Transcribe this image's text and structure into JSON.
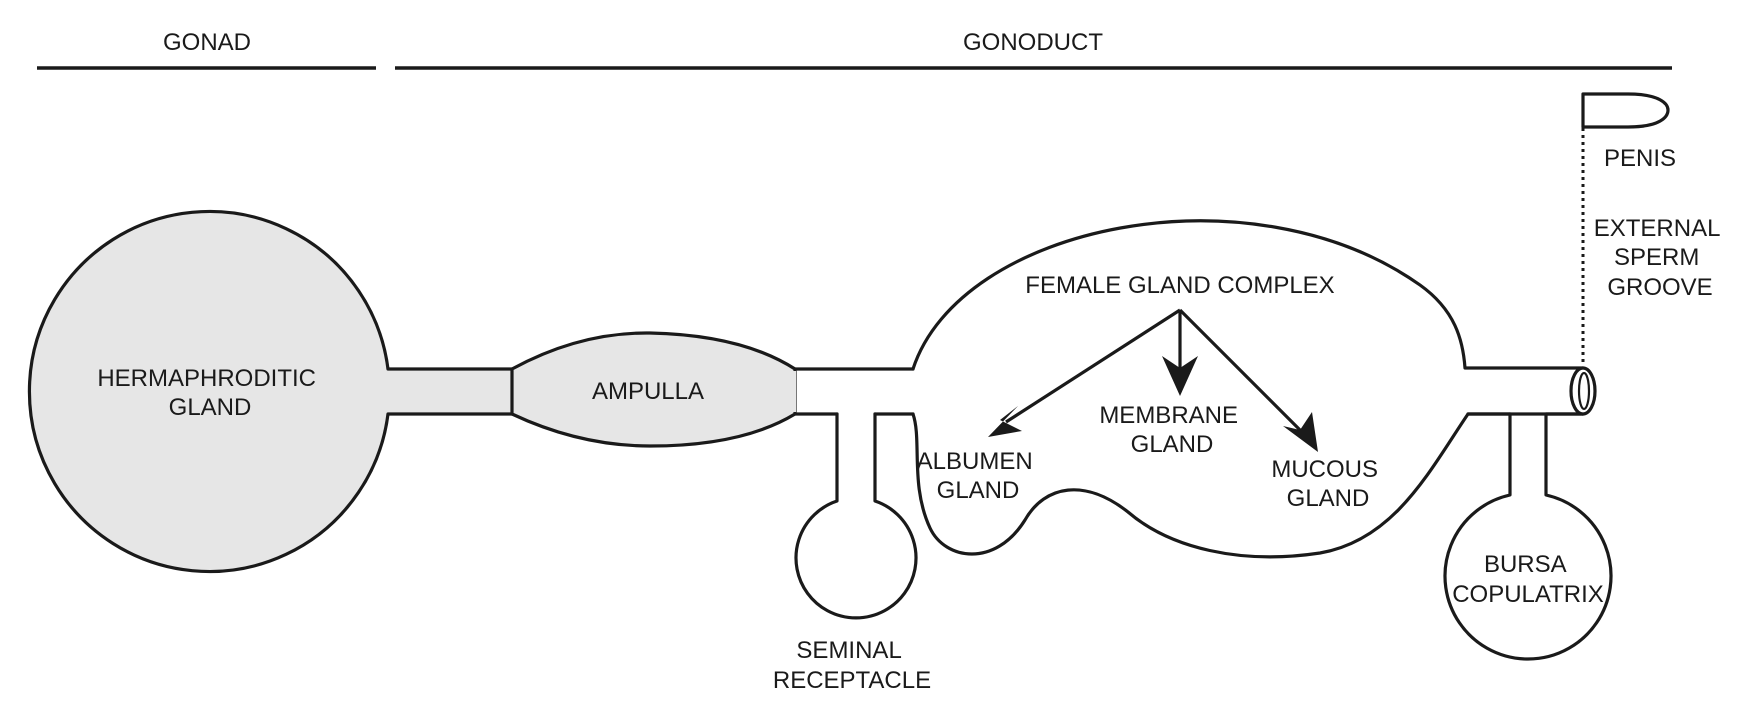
{
  "sections": {
    "gonad": "GONAD",
    "gonoduct": "GONODUCT"
  },
  "organs": {
    "hermaphroditic_gland": [
      "HERMAPHRODITIC",
      "GLAND"
    ],
    "ampulla": "AMPULLA",
    "female_gland_complex": "FEMALE GLAND COMPLEX",
    "albumen_gland": [
      "ALBUMEN",
      "GLAND"
    ],
    "membrane_gland": [
      "MEMBRANE",
      "GLAND"
    ],
    "mucous_gland": [
      "MUCOUS",
      "GLAND"
    ],
    "seminal_receptacle": [
      "SEMINAL",
      "RECEPTACLE"
    ],
    "bursa_copulatrix": [
      "BURSA",
      "COPULATRIX"
    ],
    "penis": "PENIS",
    "external_sperm_groove": [
      "EXTERNAL",
      "SPERM",
      "GROOVE"
    ]
  },
  "colors": {
    "stroke": "#1a1a1a",
    "gonad_fill": "#e6e6e6"
  }
}
